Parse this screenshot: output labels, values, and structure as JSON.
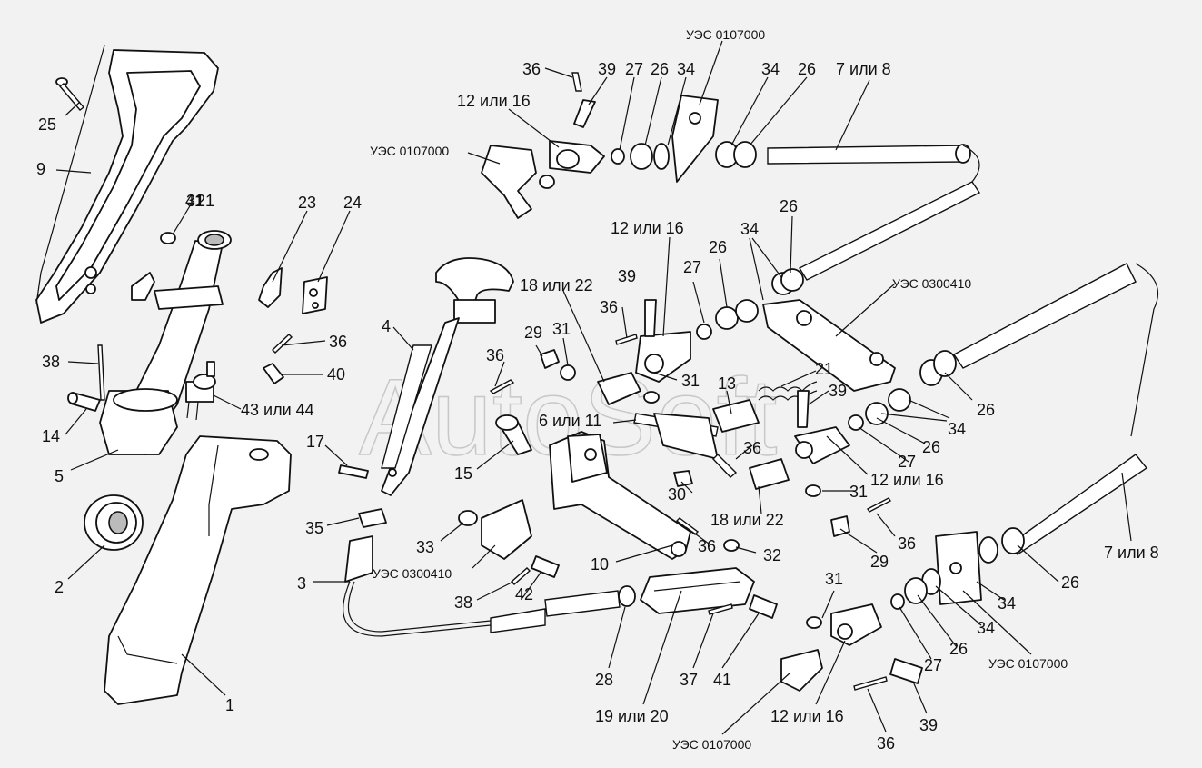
{
  "diagram": {
    "watermark": "AutoSoft",
    "labels": [
      {
        "id": "l-uez-top",
        "text": "УЭС 0107000"
      },
      {
        "id": "l-36a",
        "text": "36"
      },
      {
        "id": "l-39a",
        "text": "39"
      },
      {
        "id": "l-27a",
        "text": "27"
      },
      {
        "id": "l-26a",
        "text": "26"
      },
      {
        "id": "l-34a",
        "text": "34"
      },
      {
        "id": "l-34b",
        "text": "34"
      },
      {
        "id": "l-26b",
        "text": "26"
      },
      {
        "id": "l-7or8a",
        "text": "7 или 8"
      },
      {
        "id": "l-12or16a",
        "text": "12 или 16"
      },
      {
        "id": "l-uez-left",
        "text": "УЭС 0107000"
      },
      {
        "id": "l-25",
        "text": "25"
      },
      {
        "id": "l-9",
        "text": "9"
      },
      {
        "id": "l-31a",
        "text": "31"
      },
      {
        "id": "l-41a",
        "text": "41"
      },
      {
        "id": "l-21a",
        "text": "21"
      },
      {
        "id": "l-23",
        "text": "23"
      },
      {
        "id": "l-24",
        "text": "24"
      },
      {
        "id": "l-12or16b",
        "text": "12 или 16"
      },
      {
        "id": "l-34c",
        "text": "34"
      },
      {
        "id": "l-26c",
        "text": "26"
      },
      {
        "id": "l-26d",
        "text": "26"
      },
      {
        "id": "l-27b",
        "text": "27"
      },
      {
        "id": "l-uez-0300410a",
        "text": "УЭС 0300410"
      },
      {
        "id": "l-18or22a",
        "text": "18 или 22"
      },
      {
        "id": "l-39b",
        "text": "39"
      },
      {
        "id": "l-36b",
        "text": "36"
      },
      {
        "id": "l-29a",
        "text": "29"
      },
      {
        "id": "l-31b",
        "text": "31"
      },
      {
        "id": "l-36c",
        "text": "36"
      },
      {
        "id": "l-31c",
        "text": "31"
      },
      {
        "id": "l-13",
        "text": "13"
      },
      {
        "id": "l-21b",
        "text": "21"
      },
      {
        "id": "l-39c",
        "text": "39"
      },
      {
        "id": "l-26e",
        "text": "26"
      },
      {
        "id": "l-34d",
        "text": "34"
      },
      {
        "id": "l-26f",
        "text": "26"
      },
      {
        "id": "l-27c",
        "text": "27"
      },
      {
        "id": "l-12or16c",
        "text": "12 или 16"
      },
      {
        "id": "l-4",
        "text": "4"
      },
      {
        "id": "l-38a",
        "text": "38"
      },
      {
        "id": "l-36d",
        "text": "36"
      },
      {
        "id": "l-40",
        "text": "40"
      },
      {
        "id": "l-14",
        "text": "14"
      },
      {
        "id": "l-43or44",
        "text": "43 или 44"
      },
      {
        "id": "l-5",
        "text": "5"
      },
      {
        "id": "l-17",
        "text": "17"
      },
      {
        "id": "l-6or11",
        "text": "6 или 11"
      },
      {
        "id": "l-15",
        "text": "15"
      },
      {
        "id": "l-36e",
        "text": "36"
      },
      {
        "id": "l-30",
        "text": "30"
      },
      {
        "id": "l-31d",
        "text": "31"
      },
      {
        "id": "l-18or22b",
        "text": "18 или 22"
      },
      {
        "id": "l-36f",
        "text": "36"
      },
      {
        "id": "l-29b",
        "text": "29"
      },
      {
        "id": "l-2",
        "text": "2"
      },
      {
        "id": "l-35",
        "text": "35"
      },
      {
        "id": "l-33",
        "text": "33"
      },
      {
        "id": "l-uez-0300410b",
        "text": "УЭС 0300410"
      },
      {
        "id": "l-10",
        "text": "10"
      },
      {
        "id": "l-36g",
        "text": "36"
      },
      {
        "id": "l-32",
        "text": "32"
      },
      {
        "id": "l-7or8b",
        "text": "7 или 8"
      },
      {
        "id": "l-3",
        "text": "3"
      },
      {
        "id": "l-38b",
        "text": "38"
      },
      {
        "id": "l-42",
        "text": "42"
      },
      {
        "id": "l-31e",
        "text": "31"
      },
      {
        "id": "l-26g",
        "text": "26"
      },
      {
        "id": "l-34e",
        "text": "34"
      },
      {
        "id": "l-26h",
        "text": "26"
      },
      {
        "id": "l-34f",
        "text": "34"
      },
      {
        "id": "l-27d",
        "text": "27"
      },
      {
        "id": "l-uez-right",
        "text": "УЭС 0107000"
      },
      {
        "id": "l-28",
        "text": "28"
      },
      {
        "id": "l-37",
        "text": "37"
      },
      {
        "id": "l-41b",
        "text": "41"
      },
      {
        "id": "l-1",
        "text": "1"
      },
      {
        "id": "l-19or20",
        "text": "19 или 20"
      },
      {
        "id": "l-12or16d",
        "text": "12 или 16"
      },
      {
        "id": "l-39d",
        "text": "39"
      },
      {
        "id": "l-uez-bottom",
        "text": "УЭС 0107000"
      },
      {
        "id": "l-36h",
        "text": "36"
      }
    ]
  }
}
